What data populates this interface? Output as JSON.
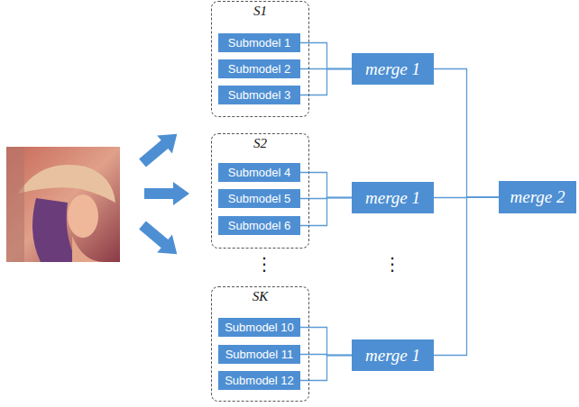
{
  "diagram": {
    "nodes": [
      {
        "text": [
          "S1"
        ]
      },
      {
        "text": [
          "Submodel 1"
        ],
        "in": 0
      },
      {
        "text": [
          "Submodel 2"
        ],
        "in": 0
      },
      {
        "text": [
          "Submodel 3"
        ],
        "in": 0
      },
      {
        "text": [
          "S2"
        ]
      },
      {
        "text": [
          "Submodel 4"
        ],
        "in": 4
      },
      {
        "text": [
          "Submodel 5"
        ],
        "in": 4
      },
      {
        "text": [
          "Submodel 6"
        ],
        "in": 4
      },
      {
        "text": [
          "SK"
        ]
      },
      {
        "text": [
          "Submodel 10"
        ],
        "in": 8
      },
      {
        "text": [
          "Submodel 11"
        ],
        "in": 8
      },
      {
        "text": [
          "Submodel 12"
        ],
        "in": 8
      },
      {
        "text": [
          "merge 1"
        ]
      },
      {
        "text": [
          "merge 1"
        ]
      },
      {
        "text": [
          "merge 1"
        ]
      },
      {
        "text": [
          "merge 2"
        ]
      }
    ],
    "edges": [
      {
        "from": 1,
        "to": 12,
        "arrow": "none"
      },
      {
        "from": 2,
        "to": 12,
        "arrow": "none"
      },
      {
        "from": 3,
        "to": 12,
        "arrow": "none"
      },
      {
        "from": 5,
        "to": 13,
        "arrow": "none"
      },
      {
        "from": 6,
        "to": 13,
        "arrow": "none"
      },
      {
        "from": 7,
        "to": 13,
        "arrow": "none"
      },
      {
        "from": 9,
        "to": 14,
        "arrow": "none"
      },
      {
        "from": 10,
        "to": 14,
        "arrow": "none"
      },
      {
        "from": 11,
        "to": 14,
        "arrow": "none"
      },
      {
        "from": 12,
        "to": 15,
        "arrow": "none"
      },
      {
        "from": 13,
        "to": 15,
        "arrow": "none"
      },
      {
        "from": 14,
        "to": 15,
        "arrow": "none"
      }
    ],
    "labels": [
      "⋮",
      "⋮"
    ]
  }
}
